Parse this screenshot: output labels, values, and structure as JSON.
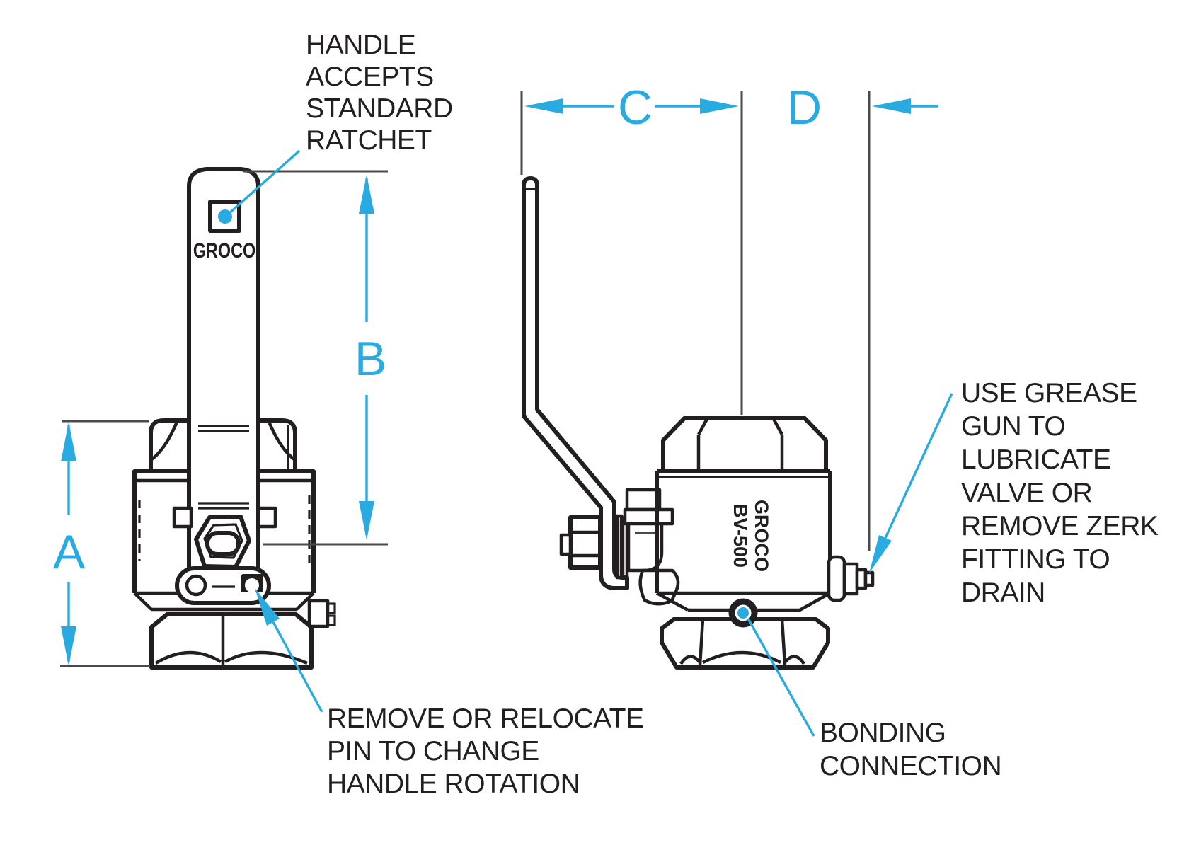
{
  "colors": {
    "background": "#ffffff",
    "ink": "#231f20",
    "accent": "#29abe2",
    "extension_line": "#4a4a4a"
  },
  "dimension_labels": {
    "a": "A",
    "b": "B",
    "c": "C",
    "d": "D"
  },
  "product_markings": {
    "handle_logo": "GROCO",
    "body_logo_line1": "GROCO",
    "body_logo_line2": "BV-500"
  },
  "annotations": {
    "handle_ratchet": {
      "lines": [
        "HANDLE",
        "ACCEPTS",
        "STANDARD",
        "RATCHET"
      ]
    },
    "grease_fitting": {
      "lines": [
        "USE GREASE",
        "GUN TO",
        "LUBRICATE",
        "VALVE OR",
        "REMOVE ZERK",
        "FITTING TO",
        "DRAIN"
      ]
    },
    "remove_pin": {
      "lines": [
        "REMOVE OR RELOCATE",
        "PIN TO CHANGE",
        "HANDLE ROTATION"
      ]
    },
    "bonding": {
      "lines": [
        "BONDING",
        "CONNECTION"
      ]
    }
  }
}
